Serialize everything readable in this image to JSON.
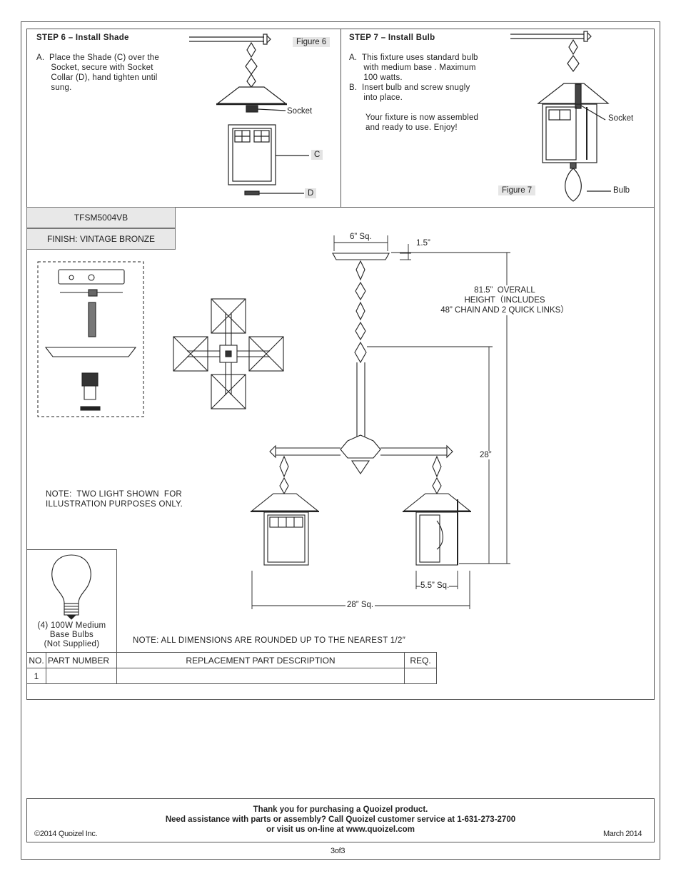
{
  "step6": {
    "title": "STEP 6 – Install Shade",
    "instruction": "A.  Place the Shade (C) over the\n      Socket, secure with Socket\n      Collar (D), hand tighten until\n      sung.",
    "figure": "Figure 6",
    "labels": {
      "socket": "Socket",
      "c": "C",
      "d": "D"
    }
  },
  "step7": {
    "title": "STEP 7 – Install Bulb",
    "instruction_a": "A.  This fixture uses standard bulb\n      with medium base . Maximum\n      100 watts.",
    "instruction_b": "B.  Insert bulb and screw snugly\n      into place.",
    "closing": "Your fixture is now assembled\nand ready to use. Enjoy!",
    "figure": "Figure 7",
    "labels": {
      "socket": "Socket",
      "bulb": "Bulb"
    }
  },
  "model": "TFSM5004VB",
  "finish": "FINISH: VINTAGE BRONZE",
  "dimensions": {
    "canopy": "6” Sq.",
    "canopy_height": "1.5”",
    "overall": "81.5”  OVERALL\nHEIGHT（INCLUDES\n48” CHAIN AND 2 QUICK LINKS）",
    "body_height": "28”",
    "shade": "5.5” Sq.",
    "width": "28” Sq."
  },
  "notes": {
    "two_light": "NOTE:  TWO LIGHT SHOWN  FOR\nILLUSTRATION PURPOSES ONLY.",
    "rounding": "NOTE:  ALL DIMENSIONS ARE ROUNDED UP TO THE NEAREST  1/2″"
  },
  "bulb_caption": "(4) 100W Medium\nBase Bulbs\n(Not Supplied)",
  "parts_table": {
    "headers": [
      "NO.",
      "PART NUMBER",
      "REPLACEMENT PART DESCRIPTION",
      "REQ."
    ],
    "rows": [
      [
        "1",
        "",
        "",
        ""
      ]
    ]
  },
  "footer": {
    "line1": "Thank you for purchasing a Quoizel product.",
    "line2": "Need assistance with parts or assembly? Call Quoizel customer service at 1-631-273-2700",
    "line3": "or visit us on-line at www.quoizel.com",
    "copyright": "2014  Quoizel Inc.",
    "date": "March 2014"
  },
  "page": "3of3"
}
